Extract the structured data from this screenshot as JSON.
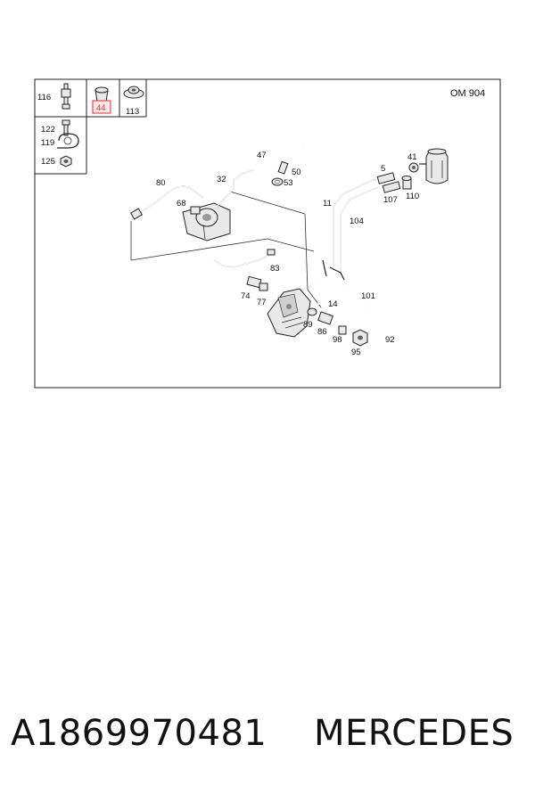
{
  "diagram": {
    "engine_label": "OM 904",
    "highlight_color": "#e0303a",
    "callouts": {
      "c116": "116",
      "c44": "44",
      "c113": "113",
      "c122": "122",
      "c119": "119",
      "c125": "125",
      "c47": "47",
      "c50": "50",
      "c53": "53",
      "c32": "32",
      "c80": "80",
      "c68": "68",
      "c83": "83",
      "c74": "74",
      "c77": "77",
      "c89": "89",
      "c86": "86",
      "c98": "98",
      "c95": "95",
      "c92": "92",
      "c14": "14",
      "c101": "101",
      "c104": "104",
      "c11": "11",
      "c5": "5",
      "c41": "41",
      "c107": "107",
      "c110": "110"
    }
  },
  "footer": {
    "part_number": "A1869970481",
    "brand": "MERCEDES"
  }
}
